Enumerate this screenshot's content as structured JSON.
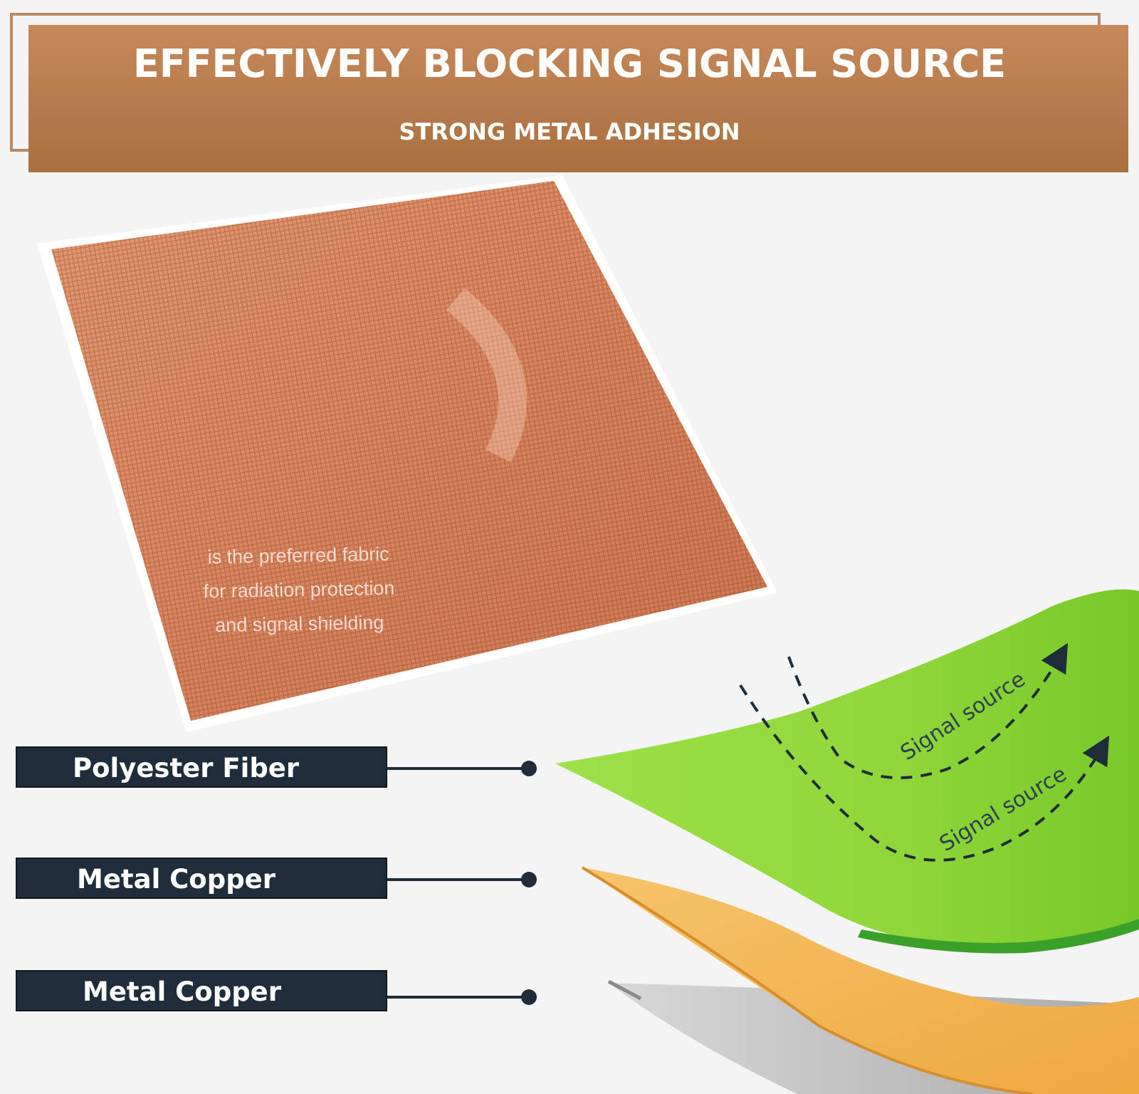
{
  "banner": {
    "title": "EFFECTIVELY BLOCKING SIGNAL SOURCE",
    "subtitle": "STRONG METAL ADHESION"
  },
  "fabric_caption": [
    "is the preferred fabric",
    "for radiation protection",
    "and signal shielding"
  ],
  "layers": [
    {
      "label": "Polyester Fiber"
    },
    {
      "label": "Metal Copper"
    },
    {
      "label": "Metal Copper"
    }
  ],
  "signal_labels": [
    "Signal source",
    "Signal source"
  ],
  "colors": {
    "banner": "#b57a4c",
    "copper_fabric": "#d9875f",
    "label_bg": "#1f2d3b",
    "green_layer": "#8fd63a",
    "orange_layer": "#f2b552",
    "silver_layer": "#c8c8c8"
  }
}
